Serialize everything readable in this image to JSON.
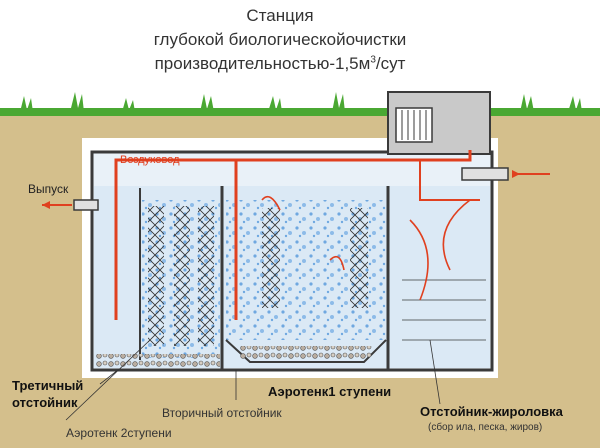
{
  "title": {
    "line1": "Станция",
    "line2": "глубокой биологическойочистки",
    "line3_prefix": "производительностью-1,5м",
    "line3_sup": "3",
    "line3_suffix": "/сут"
  },
  "labels": {
    "air_duct": "Воздуховод",
    "outlet": "Выпуск",
    "tertiary_settler_1": "Третичный",
    "tertiary_settler_2": "отстойник",
    "aerotank_1": "Аэротенк1 ступени",
    "secondary_settler": "Вторичный отстойник",
    "aerotank_2": "Аэротенк 2ступени",
    "grease_trap": "Отстойник-жироловка",
    "grease_trap_note": "(сбор ила, песка, жиров)"
  },
  "colors": {
    "ground": "#d4bf8c",
    "grass": "#4aa832",
    "tank_wall": "#3a3a3a",
    "water": "#dbe9f5",
    "air_pipe": "#e0401f",
    "bubbles": "#6fa8e0",
    "flow_arrow": "#e0401f"
  }
}
